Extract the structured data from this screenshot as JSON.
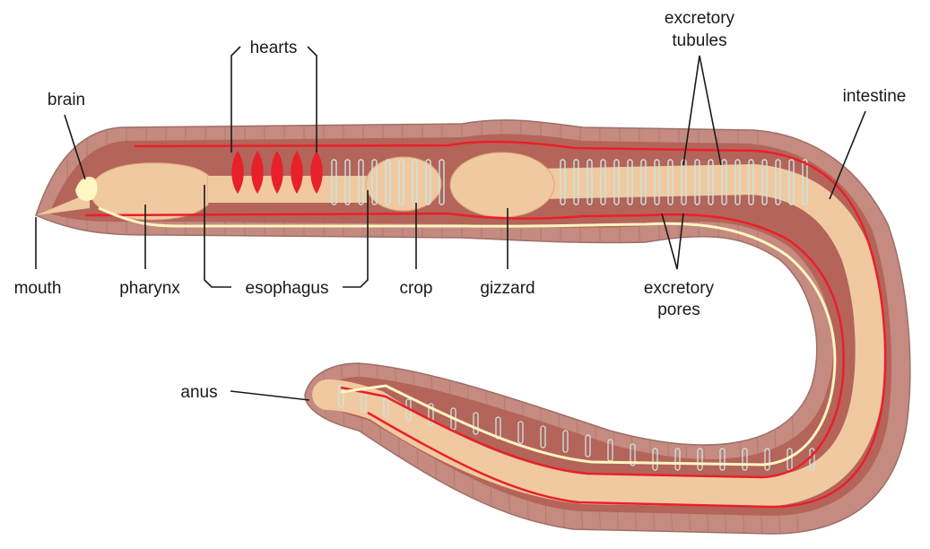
{
  "labels": {
    "hearts": "hearts",
    "brain": "brain",
    "mouth": "mouth",
    "pharynx": "pharynx",
    "esophagus": "esophagus",
    "crop": "crop",
    "gizzard": "gizzard",
    "excretory_tubules_line1": "excretory",
    "excretory_tubules_line2": "tubules",
    "intestine": "intestine",
    "excretory_pores_line1": "excretory",
    "excretory_pores_line2": "pores",
    "anus": "anus"
  },
  "colors": {
    "body_outer": "#c58b80",
    "body_inner": "#b5645a",
    "digestive": "#f0c9a1",
    "blood_vessel": "#e8202a",
    "nerve_cord": "#fff6c2",
    "tubule": "#c9e6e2",
    "heart": "#e8202a",
    "outline": "#1a1a1a"
  }
}
